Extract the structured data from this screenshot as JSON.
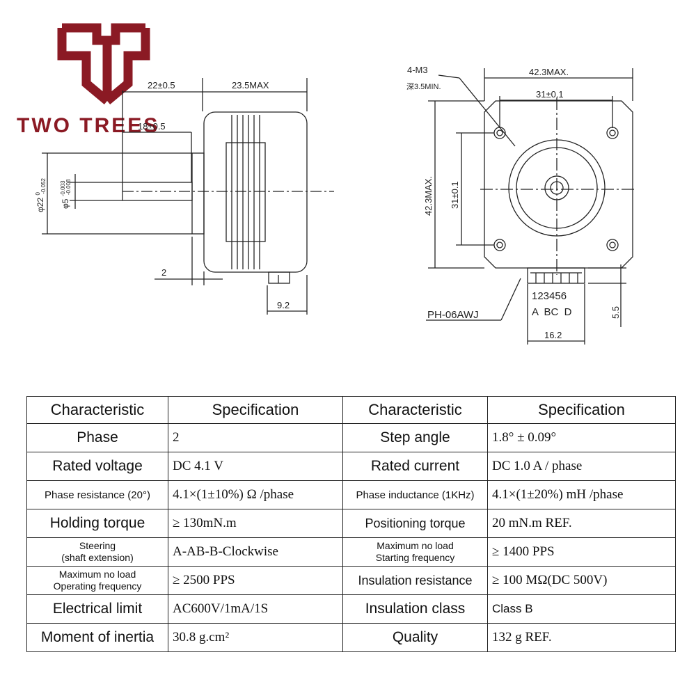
{
  "brand": {
    "name": "TWO TREES",
    "logo_color": "#8b1a24"
  },
  "drawing": {
    "side_view": {
      "dim_shaft_length": "22±0.5",
      "dim_body_length": "23.5MAX",
      "dim_flat_length": "18±0.5",
      "dim_boss_diameter": "φ22",
      "dim_boss_tolerance_upper": "0",
      "dim_boss_tolerance_lower": "-0.052",
      "dim_shaft_diameter": "φ5",
      "dim_shaft_tolerance_upper": "-0.003",
      "dim_shaft_tolerance_lower": "-0.008",
      "dim_boss_height": "2",
      "dim_connector_depth": "9.2"
    },
    "front_view": {
      "holes_label": "4-M3",
      "holes_depth": "深3.5MIN.",
      "dim_width_max": "42.3MAX.",
      "dim_hole_spacing_h": "31±0.1",
      "dim_height_max": "42.3MAX.",
      "dim_hole_spacing_v": "31±0.1",
      "connector_pins": "123456",
      "connector_phases": "A  BC  D",
      "connector_model": "PH-06AWJ",
      "dim_connector_width": "16.2",
      "dim_connector_height": "5.5"
    }
  },
  "table": {
    "headers": [
      "Characteristic",
      "Specification",
      "Characteristic",
      "Specification"
    ],
    "rows": [
      {
        "c1": "Phase",
        "v1": "2",
        "c2": "Step angle",
        "v2": "1.8°  ± 0.09°"
      },
      {
        "c1": "Rated voltage",
        "v1": "DC 4.1 V",
        "c2": "Rated current",
        "v2": "DC  1.0 A / phase"
      },
      {
        "c1": "Phase resistance (20°)",
        "v1": "4.1×(1±10%) Ω /phase",
        "c2": "Phase inductance (1KHz)",
        "v2": "4.1×(1±20%) mH /phase"
      },
      {
        "c1": "Holding torque",
        "v1": "≥ 130mN.m",
        "c2": "Positioning torque",
        "v2": "20 mN.m  REF."
      },
      {
        "c1a": "Steering",
        "c1b": "(shaft extension)",
        "v1": "A-AB-B-Clockwise",
        "c2a": "Maximum no load",
        "c2b": "Starting frequency",
        "v2": "≥ 1400 PPS"
      },
      {
        "c1a": "Maximum no load",
        "c1b": "Operating frequency",
        "v1": "≥ 2500 PPS",
        "c2": "Insulation resistance",
        "v2": "≥ 100 MΩ(DC 500V)"
      },
      {
        "c1": "Electrical limit",
        "v1": "AC600V/1mA/1S",
        "c2": "Insulation class",
        "v2": "Class B"
      },
      {
        "c1": "Moment of inertia",
        "v1": "30.8 g.cm²",
        "c2": "Quality",
        "v2": "132 g  REF."
      }
    ]
  }
}
